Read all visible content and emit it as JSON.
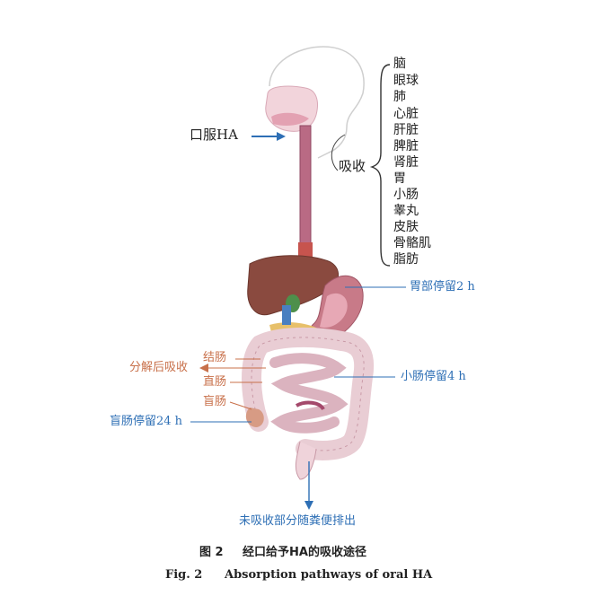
{
  "diagram": {
    "oral_label": "口服HA",
    "absorb_label": "吸收",
    "organs": [
      "脑",
      "眼球",
      "肺",
      "心脏",
      "肝脏",
      "脾脏",
      "肾脏",
      "胃",
      "小肠",
      "睾丸",
      "皮肤",
      "骨骼肌",
      "脂肪"
    ],
    "stomach_label": "胃部停留2 h",
    "small_intestine_label": "小肠停留4 h",
    "colon_label": "结肠",
    "decompose_label": "分解后吸收",
    "rectum_label": "直肠",
    "cecum_label": "盲肠",
    "cecum_stay_label": "盲肠停留24 h",
    "excretion_label": "未吸收部分随粪便排出",
    "colors": {
      "blue": "#2e6fb5",
      "orange": "#c8704a",
      "liver": "#8a4a3f",
      "esophagus": "#b96a84",
      "intestine": "#e9cdd4"
    }
  },
  "caption": {
    "cn_num": "图 2",
    "cn_title": "经口给予HA的吸收途径",
    "en_num": "Fig. 2",
    "en_title": "Absorption pathways of oral HA"
  }
}
